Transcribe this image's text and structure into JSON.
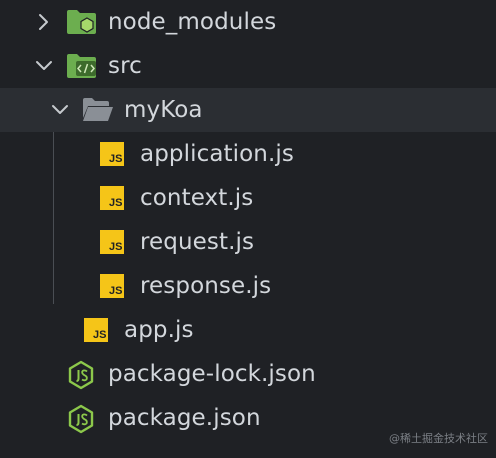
{
  "explorer": {
    "items": [
      {
        "label": "node_modules",
        "type": "folder",
        "state": "collapsed",
        "icon": "node-folder-icon"
      },
      {
        "label": "src",
        "type": "folder",
        "state": "expanded",
        "icon": "src-folder-icon"
      },
      {
        "label": "myKoa",
        "type": "folder",
        "state": "expanded",
        "icon": "open-folder-icon",
        "selected": true
      },
      {
        "label": "application.js",
        "type": "file",
        "icon": "javascript-icon",
        "badge": "JS"
      },
      {
        "label": "context.js",
        "type": "file",
        "icon": "javascript-icon",
        "badge": "JS"
      },
      {
        "label": "request.js",
        "type": "file",
        "icon": "javascript-icon",
        "badge": "JS"
      },
      {
        "label": "response.js",
        "type": "file",
        "icon": "javascript-icon",
        "badge": "JS"
      },
      {
        "label": "app.js",
        "type": "file",
        "icon": "javascript-icon",
        "badge": "JS"
      },
      {
        "label": "package-lock.json",
        "type": "file",
        "icon": "nodejs-icon"
      },
      {
        "label": "package.json",
        "type": "file",
        "icon": "nodejs-icon"
      }
    ]
  },
  "watermark": "@稀土掘金技术社区",
  "colors": {
    "background": "#1f2125",
    "selected_row": "#2b2e33",
    "text": "#d3d7dc",
    "js_badge": "#f5c518",
    "node_green": "#8cc84b",
    "folder_green": "#6cae4f",
    "folder_gray": "#8a8f96"
  }
}
